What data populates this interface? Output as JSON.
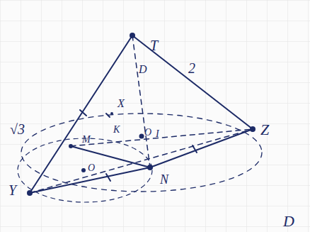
{
  "diagram": {
    "labels": [
      "T",
      "2",
      "√3",
      "Z",
      "Y",
      "N",
      "M",
      "K",
      "X",
      "O",
      "I",
      "O",
      "D",
      "D"
    ]
  }
}
